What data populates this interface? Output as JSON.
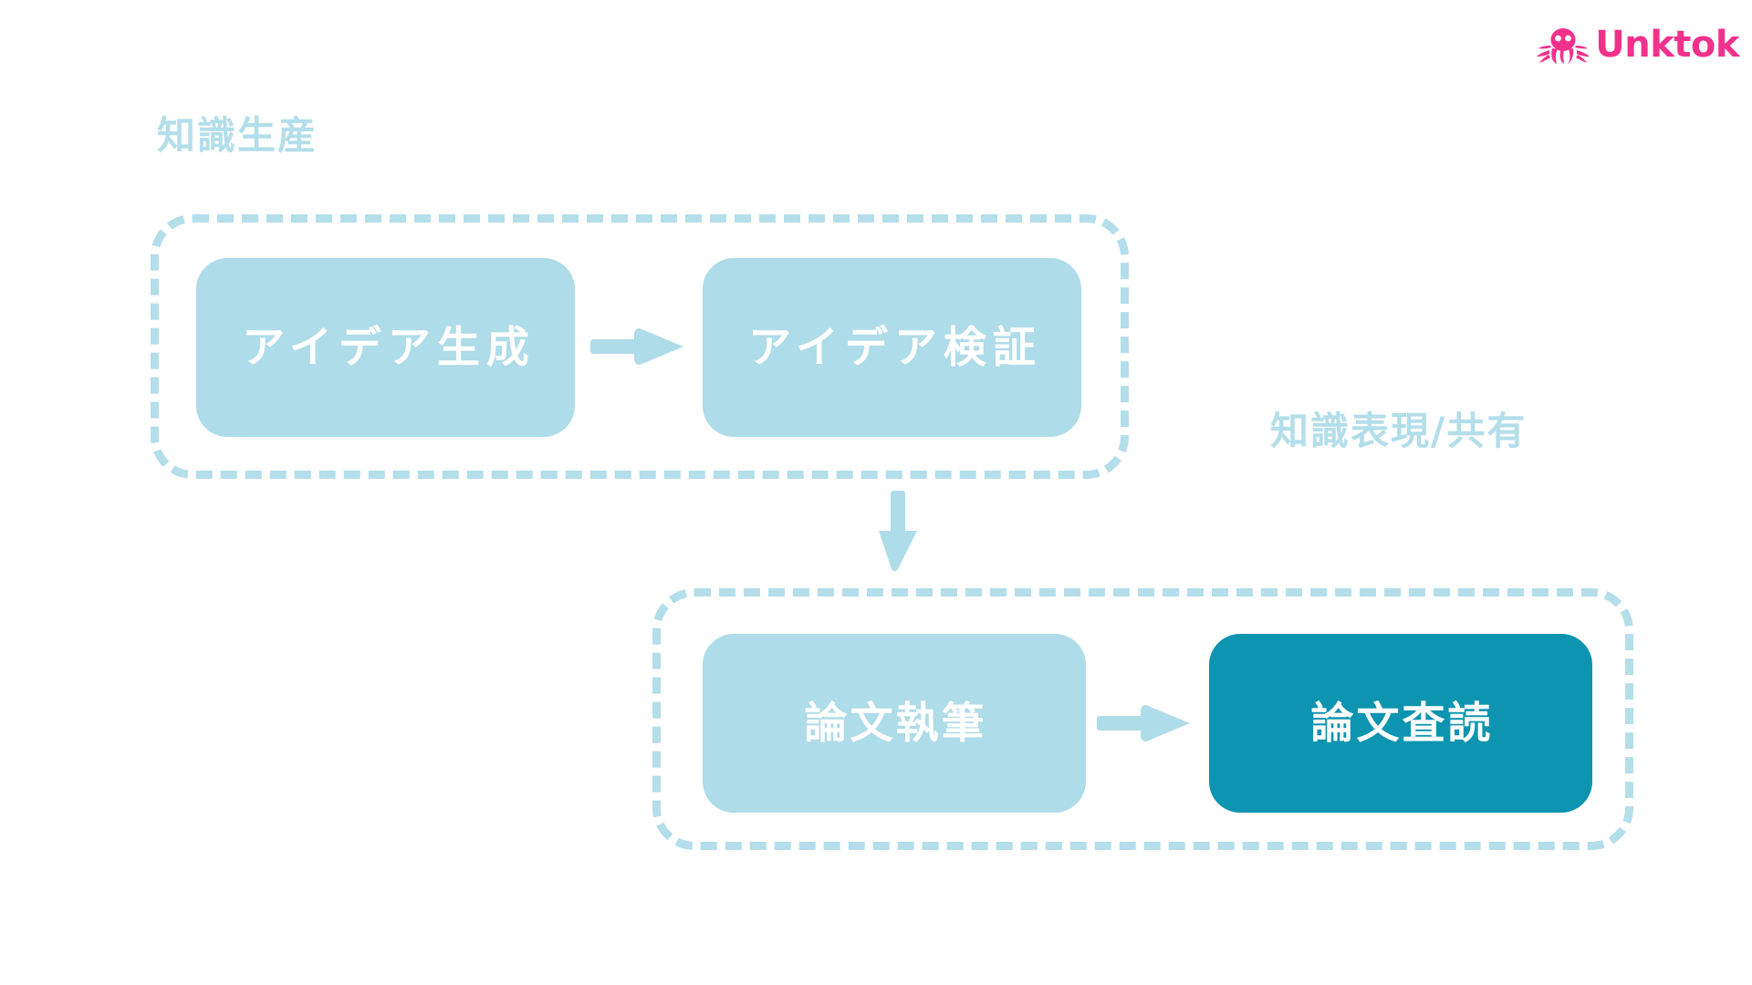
{
  "brand": {
    "name": "Unktok",
    "mark_icon": "octopus-mascot-icon",
    "color": "#F2318C"
  },
  "theme": {
    "background": "#FFFFFF",
    "light_blue": "#AEDCE8",
    "dashed_border": "#B3DEEA",
    "label_blue": "#B3DEEA",
    "highlight_teal": "#0D94B0",
    "box_text": "#FFFFFF"
  },
  "diagram": {
    "type": "flow",
    "groups": [
      {
        "id": "knowledge-production",
        "label": "知識生産",
        "label_position": "above-left",
        "steps": [
          {
            "id": "idea-generation",
            "label": "アイデア生成",
            "state": "normal"
          },
          {
            "id": "idea-validation",
            "label": "アイデア検証",
            "state": "normal"
          }
        ],
        "internal_arrow": "arrow-right-icon"
      },
      {
        "id": "knowledge-expression",
        "label": "知識表現/共有",
        "label_position": "above-right",
        "steps": [
          {
            "id": "paper-writing",
            "label": "論文執筆",
            "state": "normal"
          },
          {
            "id": "paper-review",
            "label": "論文査読",
            "state": "highlighted"
          }
        ],
        "internal_arrow": "arrow-right-icon"
      }
    ],
    "connector": {
      "id": "production-to-expression",
      "icon": "arrow-down-icon",
      "from": "knowledge-production",
      "to": "knowledge-expression"
    }
  }
}
